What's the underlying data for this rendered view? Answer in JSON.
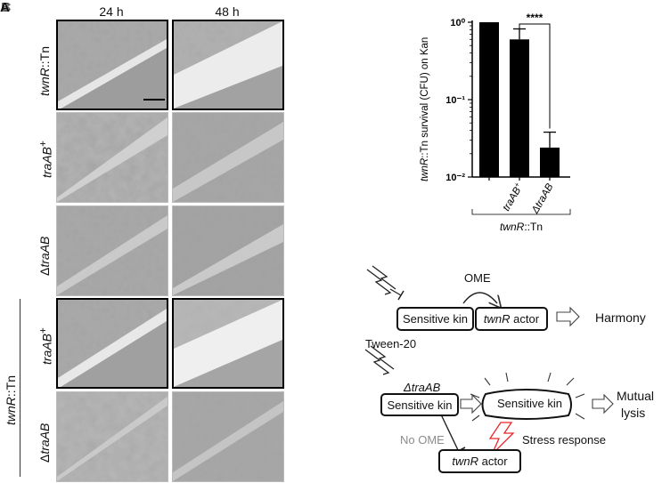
{
  "panels": {
    "a": "A",
    "b": "B",
    "c": "C"
  },
  "micrographs": {
    "columns": [
      "24 h",
      "48 h"
    ],
    "rows": [
      {
        "label_italic": "twnR",
        "label_rest": "::Tn",
        "sup": ""
      },
      {
        "label_italic": "traAB",
        "label_rest": "",
        "sup": "+"
      },
      {
        "label_italic": "traAB",
        "label_rest": "",
        "prefix": "Δ",
        "sup": ""
      },
      {
        "label_italic": "traAB",
        "label_rest": "",
        "sup": "+"
      },
      {
        "label_italic": "traAB",
        "label_rest": "",
        "prefix": "Δ",
        "sup": ""
      }
    ],
    "group_label_italic": "twnR",
    "group_label_rest": "::Tn"
  },
  "chart_data": {
    "type": "bar",
    "categories": [
      "",
      "traAB+",
      "ΔtraAB"
    ],
    "values": [
      1.0,
      0.6,
      0.024
    ],
    "errors": [
      0,
      0.22,
      0.014
    ],
    "y_scale": "log",
    "ylim": [
      0.01,
      1
    ],
    "yticks": [
      "10⁰",
      "10⁻¹",
      "10⁻²"
    ],
    "ylabel_italic": "twnR",
    "ylabel_rest": "::Tn survival (CFU) on Kan",
    "group_label_italic": "twnR",
    "group_label_rest": "::Tn",
    "significance": "****",
    "bar_color": "#000000"
  },
  "diagram": {
    "top": {
      "sensitive_kin": "Sensitive kin",
      "actor_italic": "twnR",
      "actor_rest": " actor",
      "ome": "OME",
      "outcome": "Harmony"
    },
    "tween": "Tween-20",
    "bottom": {
      "mutant_label": "ΔtraAB",
      "sensitive_kin": "Sensitive kin",
      "sensitive_kin_stressed": "Sensitive kin",
      "no_ome": "No OME",
      "stress_response": "Stress response",
      "actor_italic": "twnR",
      "actor_rest": " actor",
      "outcome_line1": "Mutual",
      "outcome_line2": "lysis"
    },
    "colors": {
      "lightning_red": "#e8262b",
      "no_ome_gray": "#8c8c8c"
    }
  }
}
